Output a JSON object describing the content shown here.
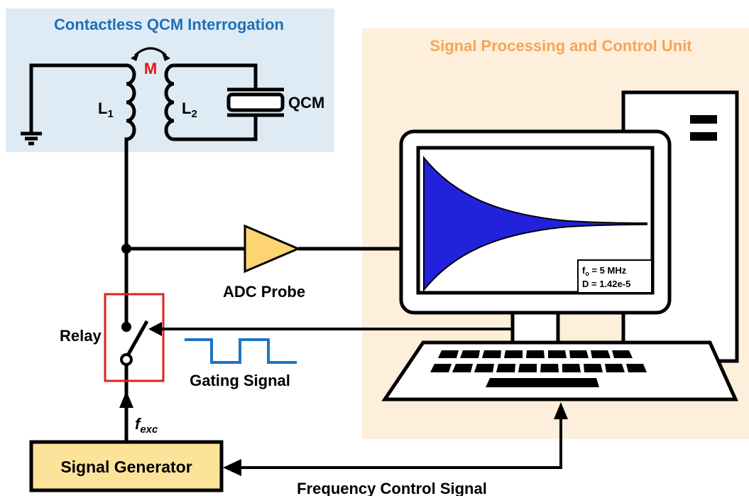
{
  "panels": {
    "left_title": "Contactless QCM Interrogation",
    "right_title": "Signal Processing and Control Unit"
  },
  "circuit": {
    "mutual": "M",
    "l1_letter": "L",
    "l1_sub": "1",
    "l2_letter": "L",
    "l2_sub": "2",
    "qcm": "QCM",
    "relay": "Relay",
    "adc": "ADC Probe",
    "gating": "Gating Signal",
    "fexc_letter": "f",
    "fexc_sub": "exc",
    "generator": "Signal Generator",
    "freq_control": "Frequency Control Signal"
  },
  "screen": {
    "f_letter": "f",
    "f_sub": "o",
    "f_value": " = 5 MHz",
    "damping": "D = 1.42e-5"
  },
  "colors": {
    "left_panel": "#deebf5",
    "right_panel": "#fdefdb",
    "left_title": "#1f6fb5",
    "right_title": "#f4a55a",
    "mutual": "#e01818",
    "relay_box": "#e02020",
    "gating_wave": "#1f74c4",
    "amplifier": "#fdd472",
    "generator_box": "#fde29a",
    "decay_fill": "#2222dd"
  }
}
